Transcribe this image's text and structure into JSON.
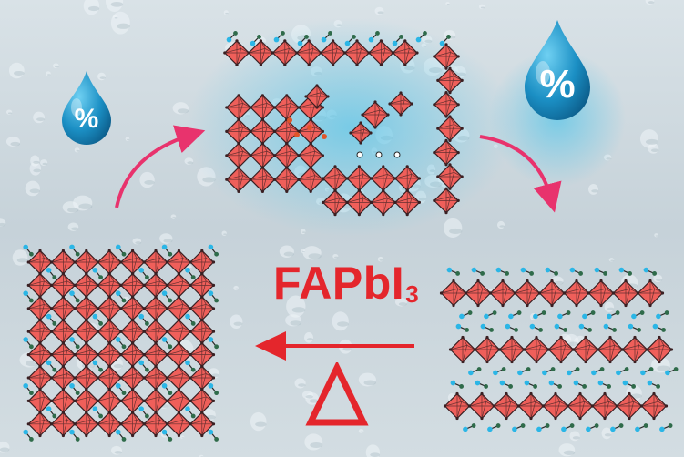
{
  "formula": {
    "main": "FAPbI",
    "subscript": "3"
  },
  "humidity_symbol": "%",
  "heat_symbol": "Δ",
  "colors": {
    "octahedron": "#ef5f5a",
    "octahedron_edge": "#3a1f22",
    "cation_blue": "#2bb6e6",
    "cation_green": "#2f6b4a",
    "cation_orange": "#e0552a",
    "arrow_pink": "#e8336d",
    "arrow_red": "#e4262c",
    "drop_blue": "#1b8fc4"
  },
  "icons": [
    "water-drop-percent-icon",
    "curved-arrow-icon",
    "straight-arrow-icon",
    "delta-icon"
  ]
}
